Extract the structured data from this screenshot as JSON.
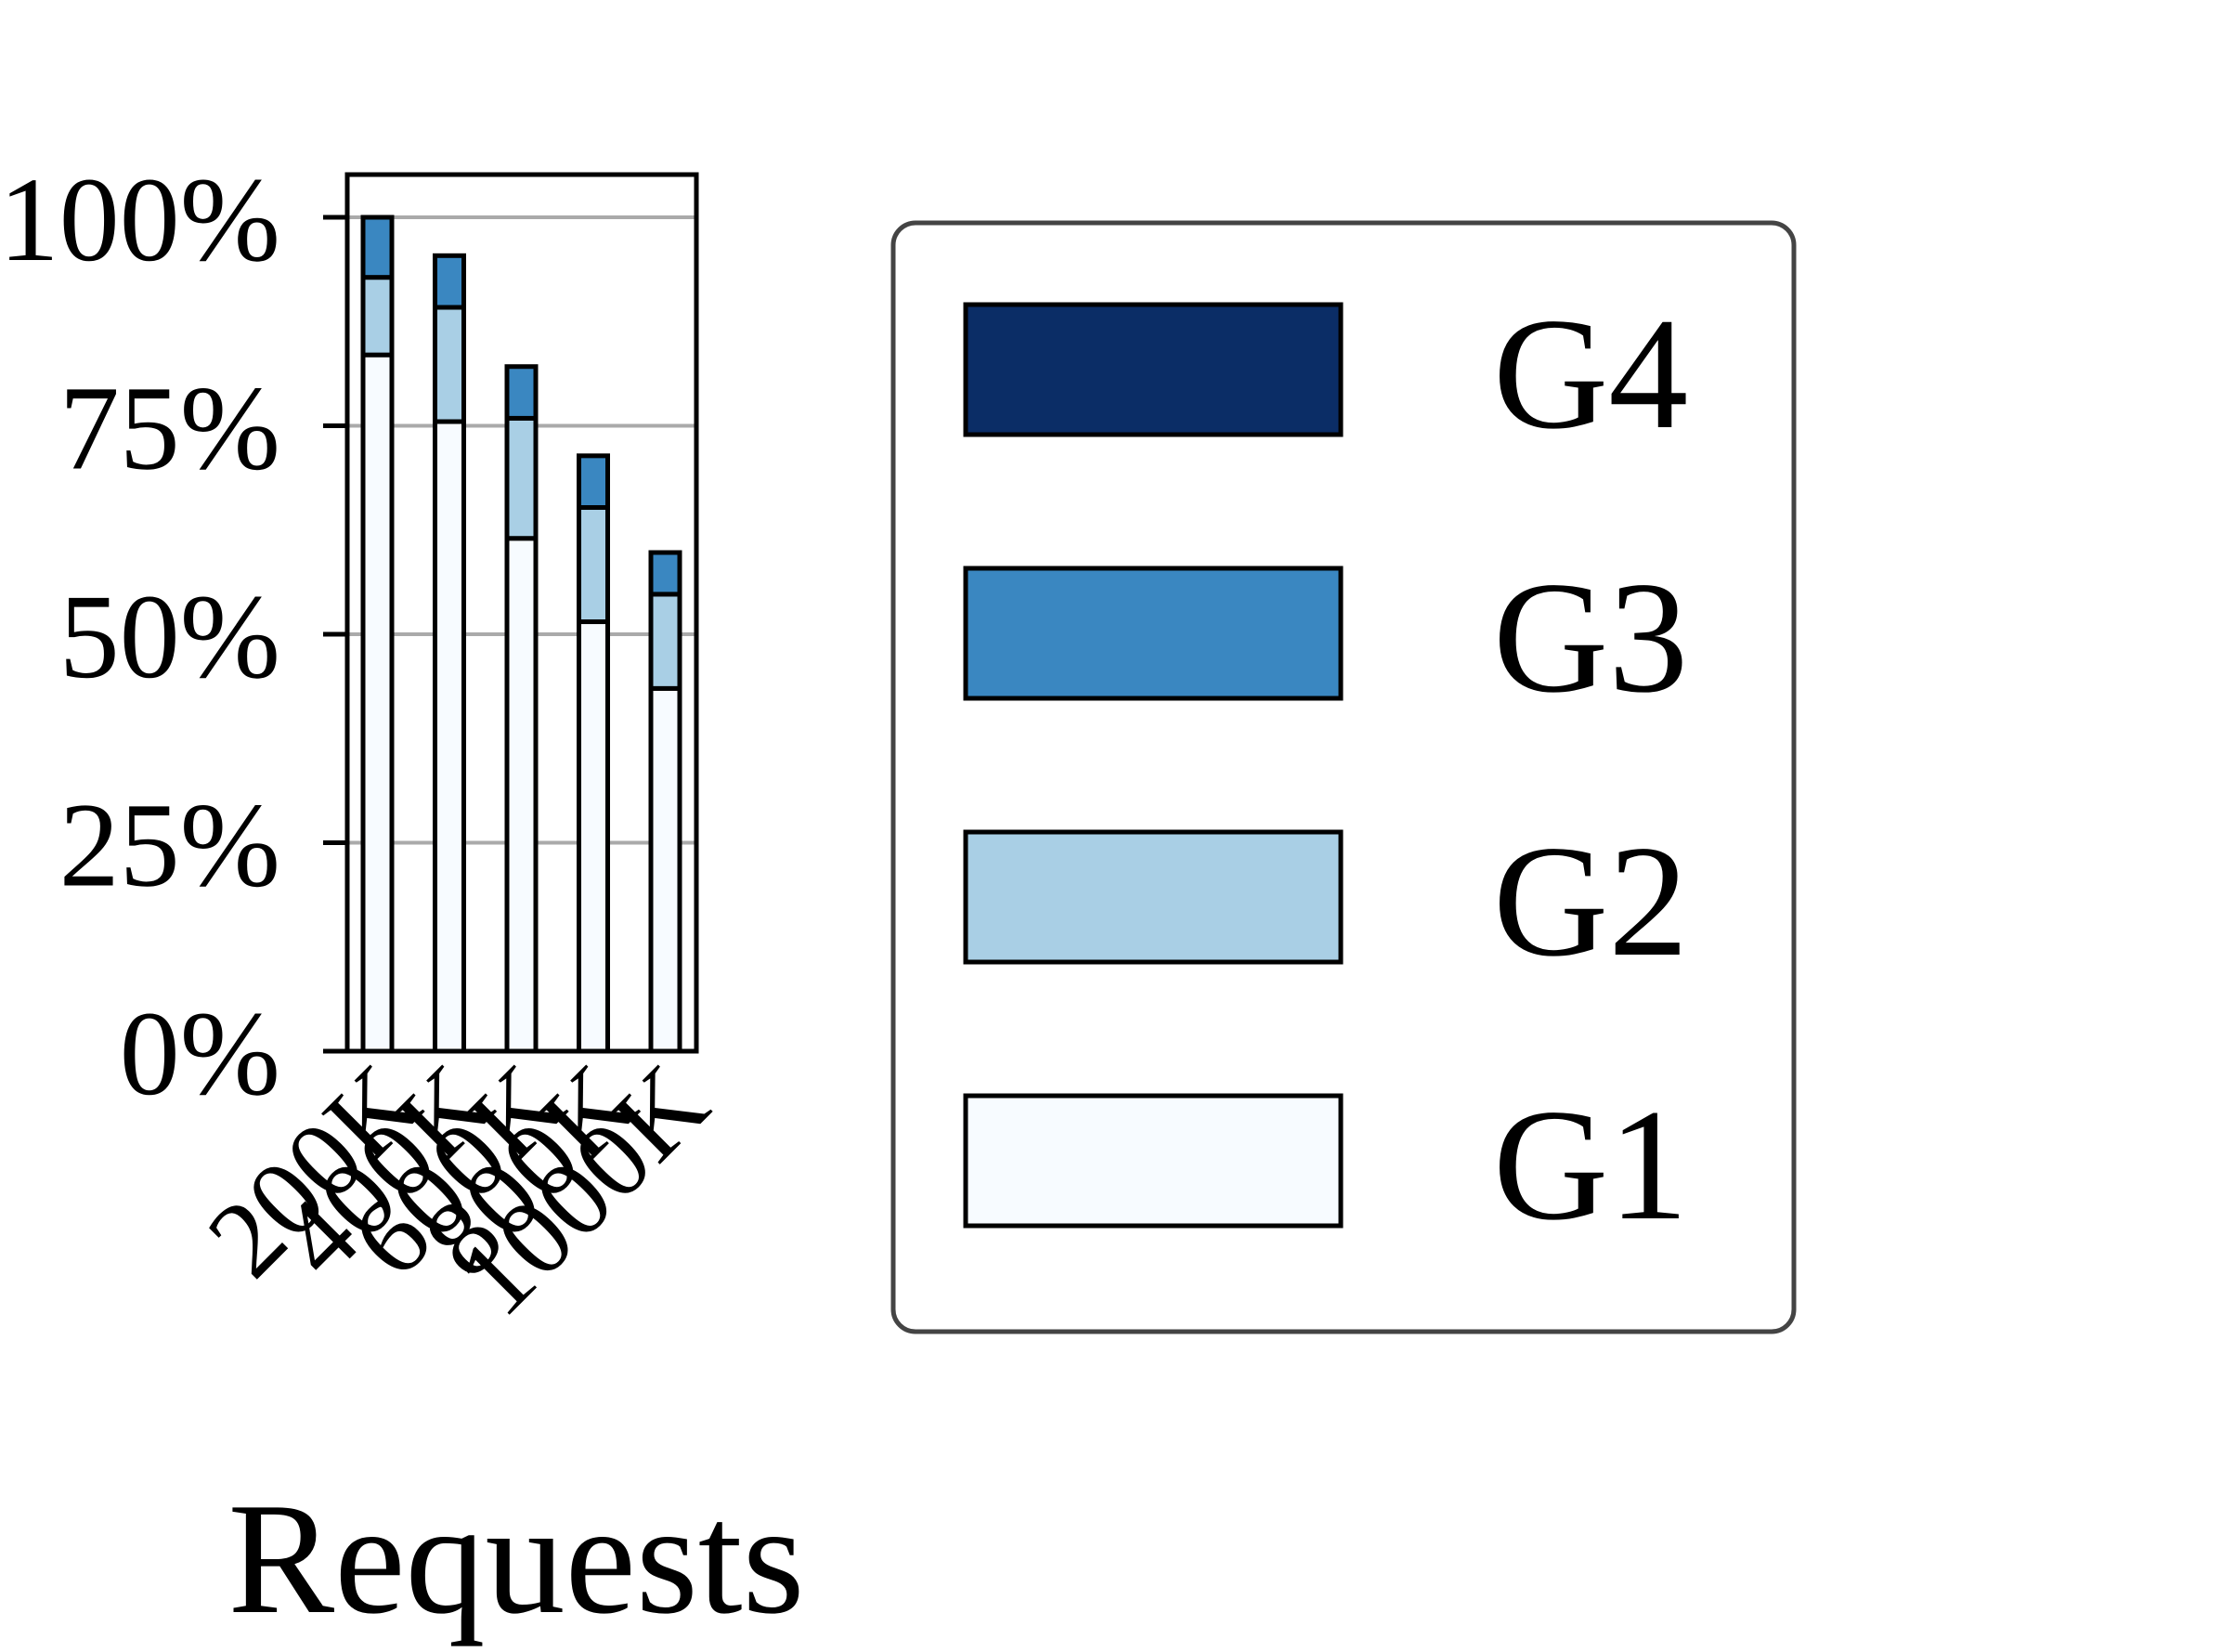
{
  "chart_data": {
    "type": "bar",
    "stacked": true,
    "title": "",
    "xlabel": "Requests",
    "ylabel": "",
    "categories": [
      "200K",
      "400K",
      "600K",
      "800K",
      "1000K"
    ],
    "series": [
      {
        "name": "G1",
        "color": "#f7fbff",
        "values": [
          83.5,
          75.5,
          61.5,
          51.5,
          43.5
        ]
      },
      {
        "name": "G2",
        "color": "#a9cfe5",
        "values": [
          9.3,
          13.7,
          14.4,
          13.7,
          11.3
        ]
      },
      {
        "name": "G3",
        "color": "#3a87c1",
        "values": [
          7.2,
          6.2,
          6.2,
          6.2,
          5.0
        ]
      },
      {
        "name": "G4",
        "color": "#0b2d66",
        "values": [
          0,
          0,
          0,
          0,
          0
        ]
      }
    ],
    "yticks": [
      "0%",
      "25%",
      "50%",
      "75%",
      "100%"
    ],
    "ylim": [
      0,
      100
    ],
    "grid": "horizontal",
    "legend": {
      "position": "right",
      "order": [
        "G4",
        "G3",
        "G2",
        "G1"
      ]
    }
  }
}
